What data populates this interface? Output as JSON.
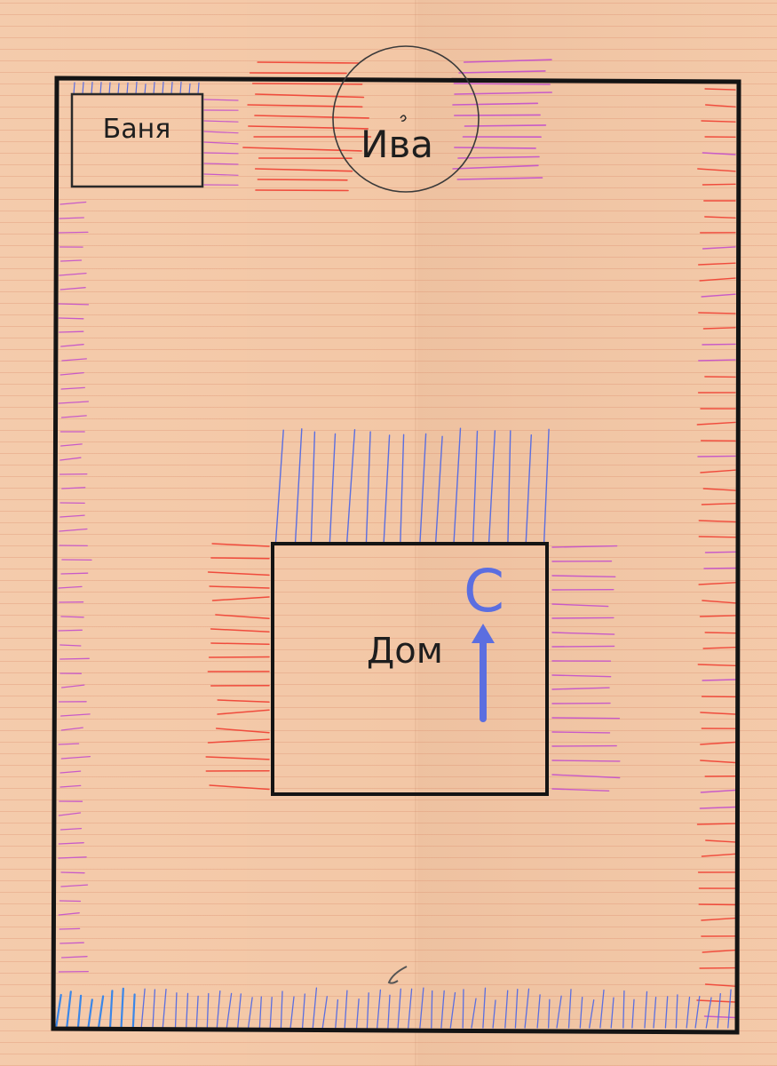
{
  "labels": {
    "banya": "Баня",
    "iva": "Ива",
    "dom": "Дом",
    "north": "С"
  },
  "colors": {
    "paper": "#f3c7a6",
    "outline": "#141414",
    "hatch_red": "#f04b3c",
    "hatch_pink": "#c85ac8",
    "hatch_blue": "#5b6ee0",
    "hatch_lightblue": "#3a86e8",
    "north": "#5b6ee0"
  },
  "icons": {
    "north_arrow": "arrow-up-icon"
  }
}
